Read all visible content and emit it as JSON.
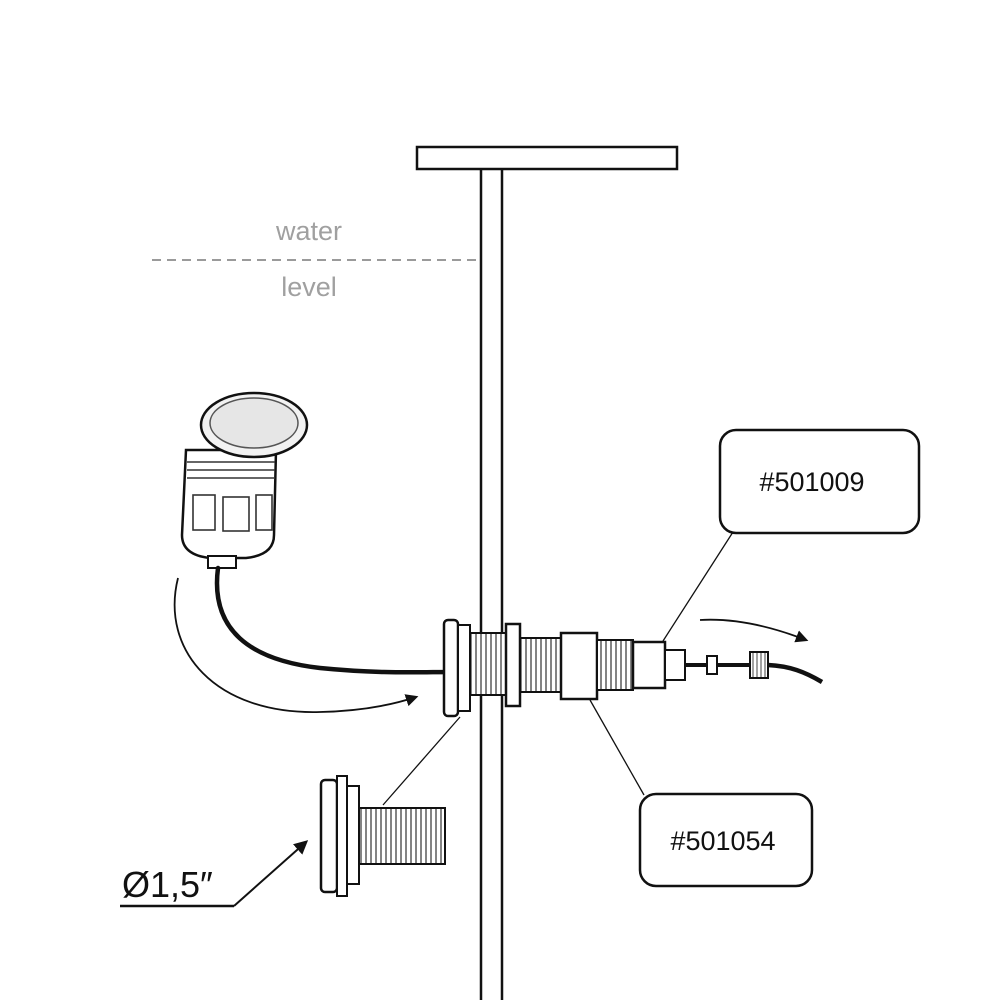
{
  "water_level": {
    "line1": "water",
    "line2": "level"
  },
  "callouts": {
    "top": "#501009",
    "bottom": "#501054"
  },
  "dimension": "Ø1,5″",
  "colors": {
    "stroke": "#111111",
    "water_text": "#a0a0a0",
    "lamp_lens": "#e6e6e6",
    "part_fill": "#ffffff"
  }
}
